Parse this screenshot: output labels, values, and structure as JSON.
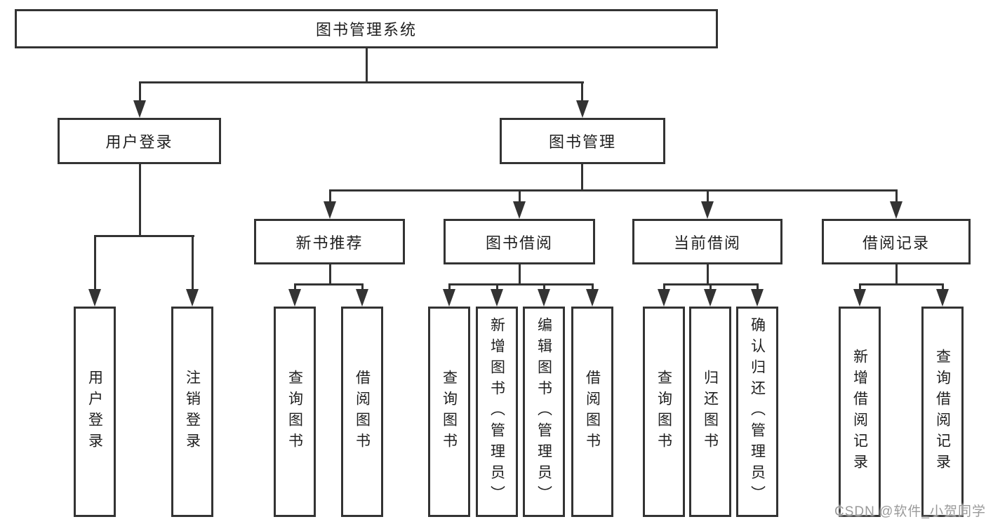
{
  "diagram": {
    "tree": {
      "label": "图书管理系统",
      "children": [
        {
          "label": "用户登录",
          "children": [
            {
              "label": "用户登录"
            },
            {
              "label": "注销登录"
            }
          ]
        },
        {
          "label": "图书管理",
          "children": [
            {
              "label": "新书推荐",
              "children": [
                {
                  "label": "查询图书"
                },
                {
                  "label": "借阅图书"
                }
              ]
            },
            {
              "label": "图书借阅",
              "children": [
                {
                  "label": "查询图书"
                },
                {
                  "label": "新增图书（管理员）"
                },
                {
                  "label": "编辑图书（管理员）"
                },
                {
                  "label": "借阅图书"
                }
              ]
            },
            {
              "label": "当前借阅",
              "children": [
                {
                  "label": "查询图书"
                },
                {
                  "label": "归还图书"
                },
                {
                  "label": "确认归还（管理员）"
                }
              ]
            },
            {
              "label": "借阅记录",
              "children": [
                {
                  "label": "新增借阅记录"
                },
                {
                  "label": "查询借阅记录"
                }
              ]
            }
          ]
        }
      ]
    },
    "watermark": "CSDN @软件_小贺同学",
    "colors": {
      "line": "#333333",
      "text": "#1f1f1f",
      "watermark": "#9a9a9a",
      "background": "#ffffff"
    }
  }
}
